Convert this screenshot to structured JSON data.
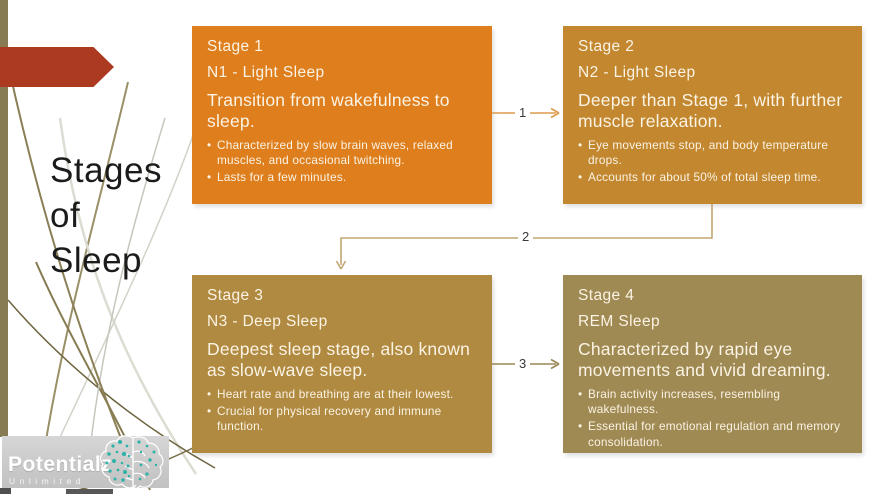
{
  "slide": {
    "title_line1": "Stages",
    "title_line2": "of",
    "title_line3": "Sleep"
  },
  "stages": [
    {
      "title": "Stage 1",
      "subtitle": "N1 - Light Sleep",
      "description": "Transition from wakefulness to sleep.",
      "bullets": [
        "Characterized by slow brain waves, relaxed muscles, and occasional twitching.",
        "Lasts for a few minutes."
      ],
      "color": "#de7e1d"
    },
    {
      "title": "Stage 2",
      "subtitle": "N2 - Light Sleep",
      "description": "Deeper than Stage 1, with further muscle relaxation.",
      "bullets": [
        "Eye movements stop, and body temperature drops.",
        "Accounts for about 50% of total sleep time."
      ],
      "color": "#c2872f"
    },
    {
      "title": "Stage 3",
      "subtitle": "N3 - Deep Sleep",
      "description": "Deepest sleep stage, also known as slow-wave sleep.",
      "bullets": [
        "Heart rate and breathing are at their lowest.",
        "Crucial for physical recovery and immune function."
      ],
      "color": "#b08a40"
    },
    {
      "title": "Stage 4",
      "subtitle": "REM Sleep",
      "description": "Characterized by rapid eye movements and vivid dreaming.",
      "bullets": [
        "Brain activity increases, resembling wakefulness.",
        "Essential for emotional regulation and memory consolidation."
      ],
      "color": "#9f8a53"
    }
  ],
  "connectors": [
    {
      "label": "1",
      "color": "#dd9a4c"
    },
    {
      "label": "2",
      "color": "#c2a672"
    },
    {
      "label": "3",
      "color": "#9a8757"
    }
  ],
  "logo": {
    "name": "Potentialz",
    "tagline": "Unlimited",
    "brain_dot_color": "#2fb3a8"
  },
  "colors": {
    "accent_arrow": "#ac3a20",
    "side_bar": "#867b52",
    "box_text": "#fbf3e4",
    "title_text": "#1b1b1b"
  }
}
